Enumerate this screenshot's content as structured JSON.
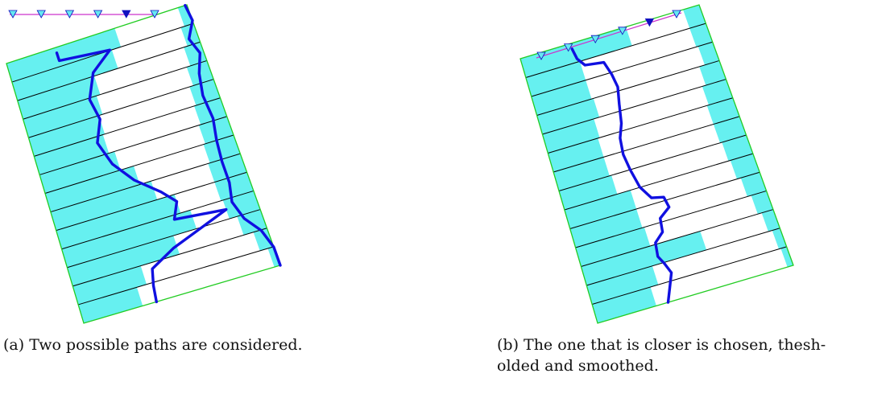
{
  "colors": {
    "fill": "#66f0f0",
    "path": "#1010e0",
    "outline": "#22cc22",
    "stripe": "#000000",
    "track": "#cc33cc",
    "marker_light": "#66e8f0",
    "marker_dark": "#1010c0"
  },
  "captions": {
    "a": "(a) Two possible paths are considered.",
    "b": "(b) The one that is closer is chosen, thesh-\nolded and smoothed."
  },
  "panels": [
    {
      "id": "a",
      "marker_count": 6,
      "highlighted_marker": 4,
      "stripe_count": 14
    },
    {
      "id": "b",
      "marker_count": 6,
      "highlighted_marker": 4,
      "stripe_count": 14
    }
  ]
}
